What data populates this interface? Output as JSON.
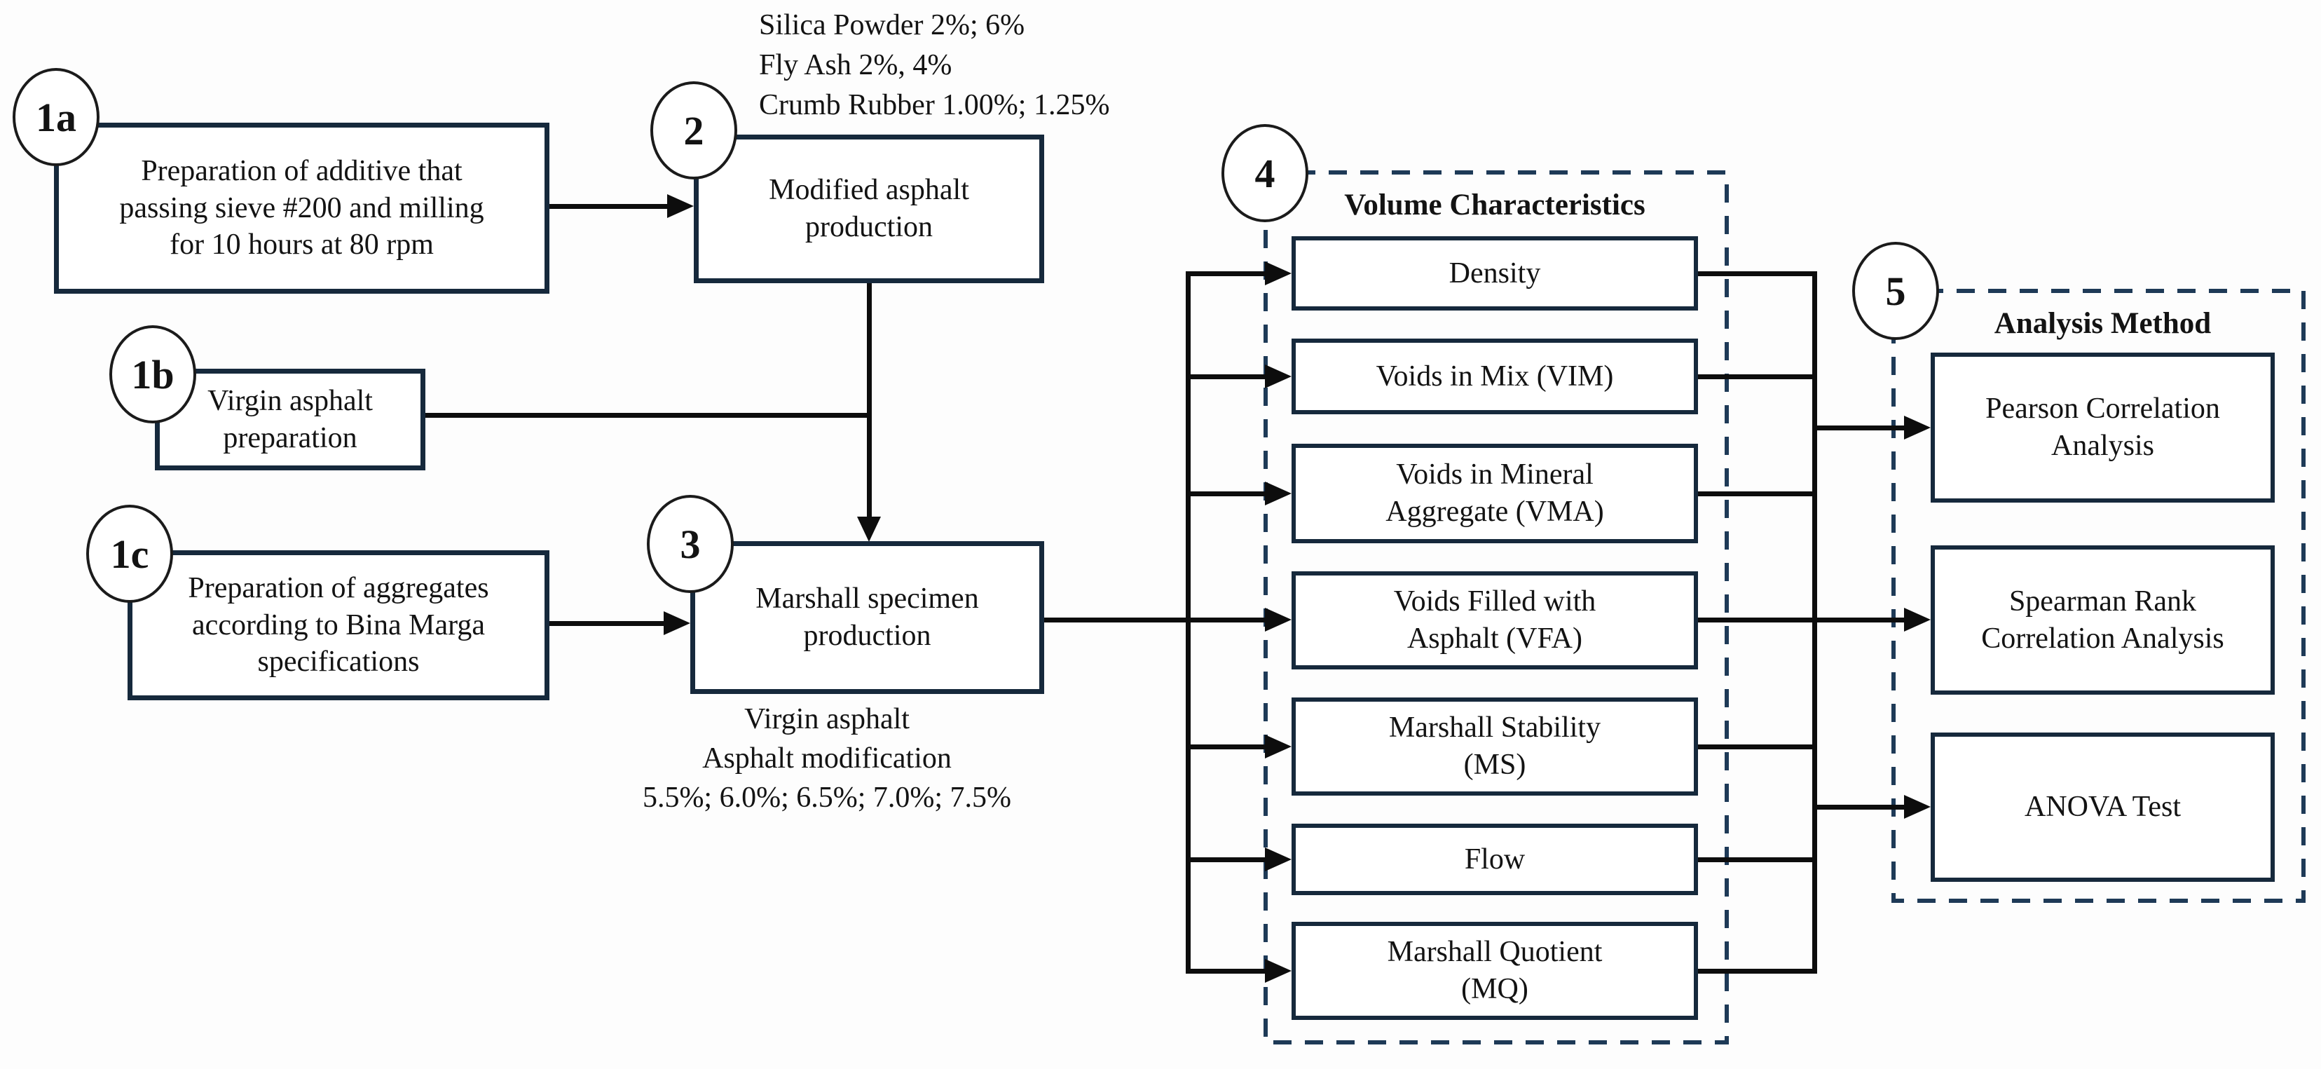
{
  "colors": {
    "box_border": "#16293c",
    "dashed_border": "#1e3a57",
    "connector_line": "#0d0d0d",
    "background": "#fdfdfd",
    "text": "#131313"
  },
  "steps": {
    "s1a": {
      "number": "1a",
      "label": "Preparation of additive that\npassing sieve #200 and milling\nfor 10 hours at 80 rpm"
    },
    "s1b": {
      "number": "1b",
      "label": "Virgin asphalt\npreparation"
    },
    "s1c": {
      "number": "1c",
      "label": "Preparation of aggregates\naccording to Bina Marga\nspecifications"
    },
    "s2": {
      "number": "2",
      "label": "Modified asphalt\nproduction"
    },
    "s3": {
      "number": "3",
      "label": "Marshall specimen\nproduction"
    },
    "s4": {
      "number": "4",
      "title": "Volume Characteristics",
      "items": [
        {
          "label": "Density"
        },
        {
          "label": "Voids in Mix (VIM)"
        },
        {
          "label": "Voids in Mineral\nAggregate (VMA)"
        },
        {
          "label": "Voids Filled with\nAsphalt (VFA)"
        },
        {
          "label": "Marshall Stability\n(MS)"
        },
        {
          "label": "Flow"
        },
        {
          "label": "Marshall Quotient\n(MQ)"
        }
      ]
    },
    "s5": {
      "number": "5",
      "title": "Analysis Method",
      "items": [
        {
          "label": "Pearson Correlation\nAnalysis"
        },
        {
          "label": "Spearman Rank\nCorrelation Analysis"
        },
        {
          "label": "ANOVA Test"
        }
      ]
    }
  },
  "annotations": {
    "modifier_contents": [
      "Silica Powder 2%; 6%",
      "Fly Ash 2%, 4%",
      "Crumb Rubber 1.00%; 1.25%"
    ],
    "asphalt_contents": [
      "Virgin asphalt",
      "Asphalt modification",
      "5.5%; 6.0%; 6.5%; 7.0%; 7.5%"
    ]
  }
}
